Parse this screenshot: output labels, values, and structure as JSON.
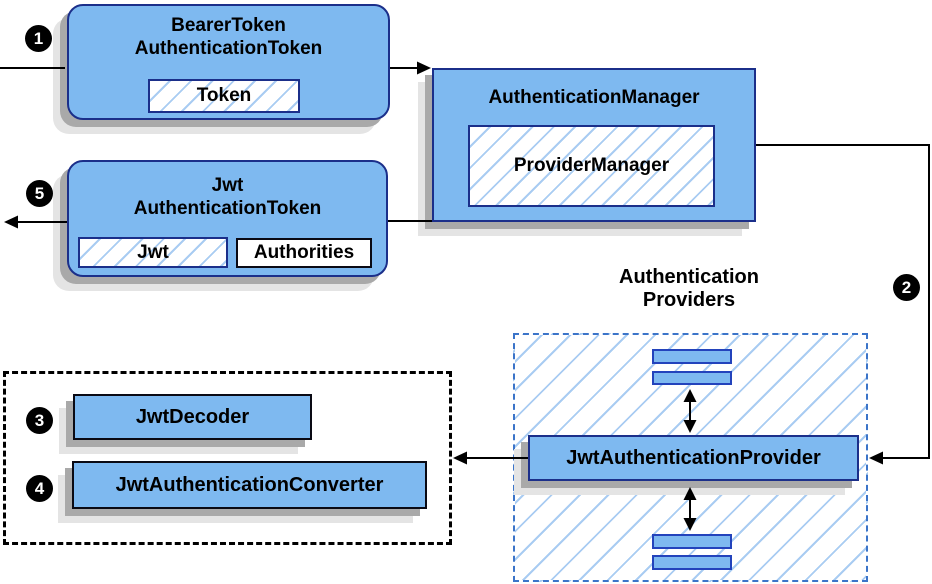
{
  "colors": {
    "node-fill": "#7EB9F0",
    "node-border": "#1B2F8A",
    "bar-border": "#2343BC",
    "hatch-line": "#A9CCF2",
    "providers-dash": "#3B74C9",
    "shadow-dark": "#A9A9A9",
    "shadow-light": "#E4E4E4",
    "arrow": "#000000",
    "badge-bg": "#000000",
    "badge-text": "#FFFFFF",
    "text": "#000000"
  },
  "badges": {
    "step1": "1",
    "step2": "2",
    "step3": "3",
    "step4": "4",
    "step5": "5"
  },
  "nodes": {
    "bearer_token": {
      "line1": "BearerToken",
      "line2": "AuthenticationToken",
      "inner": "Token"
    },
    "authentication_manager": {
      "title": "AuthenticationManager",
      "inner": "ProviderManager"
    },
    "jwt_authentication_token": {
      "line1": "Jwt",
      "line2": "AuthenticationToken",
      "inner_jwt": "Jwt",
      "inner_authorities": "Authorities"
    },
    "providers": {
      "label_line1": "Authentication",
      "label_line2": "Providers",
      "provider_box": "JwtAuthenticationProvider"
    },
    "jwt_tools": {
      "decoder": "JwtDecoder",
      "converter": "JwtAuthenticationConverter"
    }
  }
}
